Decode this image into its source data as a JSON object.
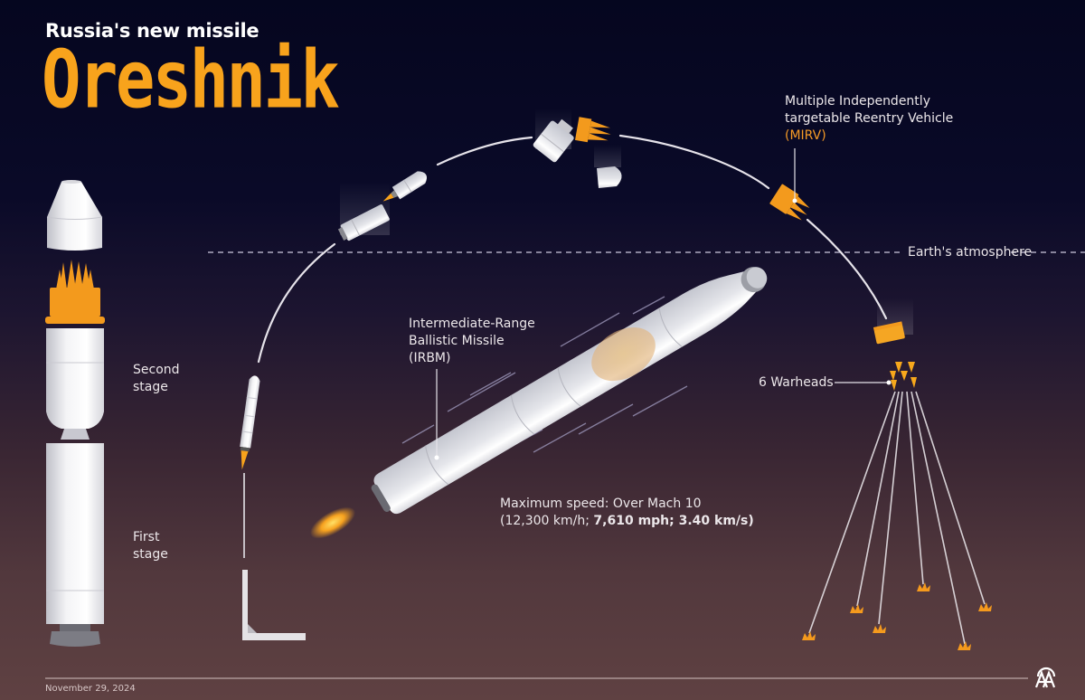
{
  "header": {
    "subtitle": "Russia's new missile",
    "title": "Oreshnik"
  },
  "labels": {
    "mirv_line1": "Multiple Independently",
    "mirv_line2": "targetable Reentry Vehicle",
    "mirv_abbr": "(MIRV)",
    "atmosphere": "Earth's atmosphere",
    "irbm_line1": "Intermediate-Range",
    "irbm_line2": "Ballistic Missile",
    "irbm_abbr": "(IRBM)",
    "warheads": "6 Warheads",
    "second_stage_line1": "Second",
    "second_stage_line2": "stage",
    "first_stage_line1": "First",
    "first_stage_line2": "stage",
    "speed_line1": "Maximum speed: Over Mach 10",
    "speed_kmh": "(12,300 km/h; ",
    "speed_mph": "7,610 mph; 3.40 km/s)"
  },
  "footer": {
    "date": "November 29, 2024",
    "logo": "AA"
  },
  "colors": {
    "accent_orange": "#f8a31c",
    "background_top": "#05061f",
    "background_bottom": "#5f4142",
    "missile_white": "#e9e9ee"
  }
}
